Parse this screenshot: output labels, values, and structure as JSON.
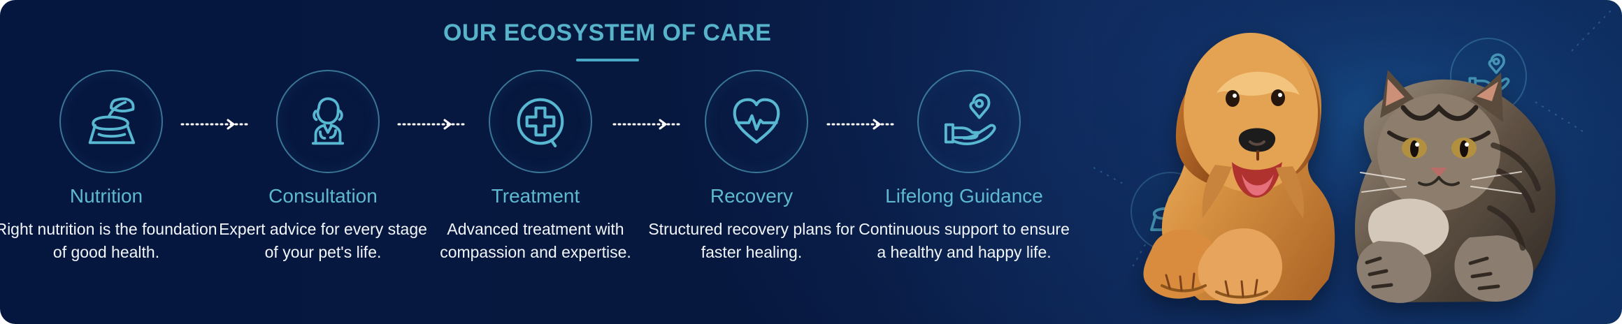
{
  "hero": {
    "headline": "OUR ECOSYSTEM OF CARE",
    "accent_color": "#56b3c9",
    "background_color": "#07183f"
  },
  "steps": [
    {
      "title": "Nutrition",
      "description": "Right nutrition is the foundation of good health.",
      "icon": "food-bowl-icon"
    },
    {
      "title": "Consultation",
      "description": "Expert advice for every stage of your pet's life.",
      "icon": "veterinarian-icon"
    },
    {
      "title": "Treatment",
      "description": "Advanced treatment with compassion and expertise.",
      "icon": "medical-cross-icon"
    },
    {
      "title": "Recovery",
      "description": "Structured recovery plans for faster healing.",
      "icon": "heartbeat-icon"
    },
    {
      "title": "Lifelong Guidance",
      "description": "Continuous support to ensure a healthy and happy life.",
      "icon": "care-hand-location-icon"
    }
  ],
  "illustration": {
    "subject": "golden retriever and tabby cat",
    "icons": [
      "care-hand-location-icon",
      "food-bowl-icon"
    ]
  }
}
